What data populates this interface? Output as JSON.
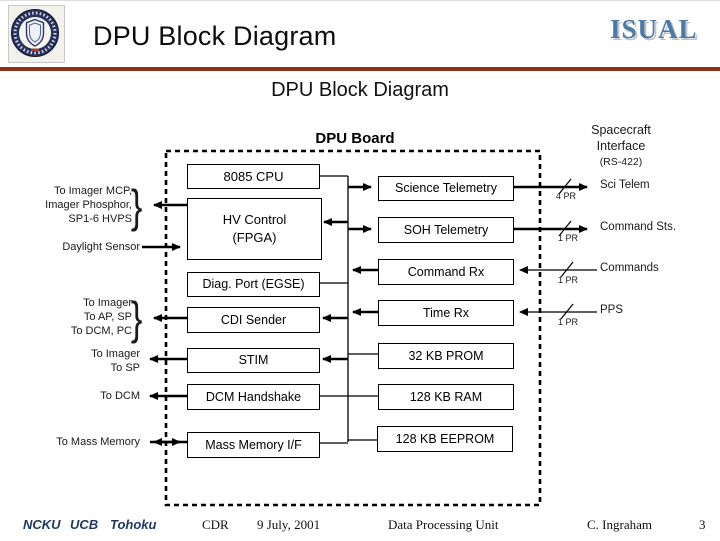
{
  "colors": {
    "header_rule": "#8f3318",
    "brand_blue": "#4a7ba6",
    "org_navy": "#1f3864",
    "diagram_ink": "#000000"
  },
  "header": {
    "title": "DPU Block Diagram",
    "brand": "ISUAL",
    "logo": "university-seal"
  },
  "subtitle": "DPU Block Diagram",
  "diagram": {
    "board_label": "DPU Board",
    "interface_title": {
      "l1": "Spacecraft",
      "l2": "Interface",
      "l3": "(RS-422)"
    },
    "boxes": {
      "cpu": "8085 CPU",
      "hv": "HV Control\n(FPGA)",
      "diag": "Diag. Port (EGSE)",
      "cdi": "CDI Sender",
      "stim": "STIM",
      "dcm": "DCM Handshake",
      "mm": "Mass Memory I/F",
      "sci": "Science Telemetry",
      "soh": "SOH Telemetry",
      "cmdrx": "Command Rx",
      "timerx": "Time Rx",
      "prom": "32 KB PROM",
      "ram": "128 KB RAM",
      "eeprom": "128 KB EEPROM"
    },
    "left_labels": {
      "hv_group": {
        "l1": "To Imager MCP,",
        "l2": "Imager Phosphor,",
        "l3": "SP1-6 HVPS"
      },
      "daylight": "Daylight Sensor",
      "cdi_group": {
        "l1": "To Imager",
        "l2": "To AP, SP",
        "l3": "To DCM, PC"
      },
      "stim_group": {
        "l1": "To Imager",
        "l2": "To SP"
      },
      "dcm": "To DCM",
      "mm": "To Mass Memory"
    },
    "right_labels": {
      "sci": {
        "label": "Sci Telem",
        "pr": "4 PR"
      },
      "soh": {
        "label": "Command Sts.",
        "pr": "1 PR"
      },
      "cmdrx": {
        "label": "Commands",
        "pr": "1 PR"
      },
      "timerx": {
        "label": "PPS",
        "pr": "1 PR"
      }
    }
  },
  "footer": {
    "org1": "NCKU",
    "org2": "UCB",
    "org3": "Tohoku",
    "review": "CDR",
    "date": "9 July, 2001",
    "doc_title": "Data Processing Unit",
    "author": "C. Ingraham",
    "page": "3"
  }
}
